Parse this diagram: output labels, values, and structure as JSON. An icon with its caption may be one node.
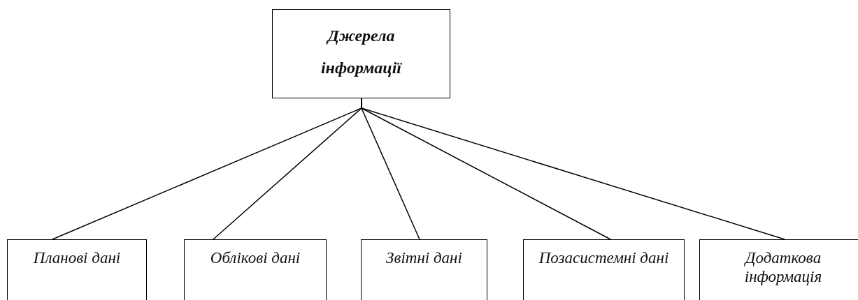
{
  "diagram": {
    "nodes": [
      {
        "text": [
          "Джерела інформації"
        ]
      },
      {
        "text": [
          "Планові дані"
        ]
      },
      {
        "text": [
          "Облікові дані"
        ]
      },
      {
        "text": [
          "Звітні дані"
        ]
      },
      {
        "text": [
          "Позасистемні дані"
        ]
      },
      {
        "text": [
          "Додаткова інформація"
        ]
      }
    ],
    "edges": [
      {
        "from": 0,
        "to": 1,
        "arrow": "none"
      },
      {
        "from": 0,
        "to": 2,
        "arrow": "none"
      },
      {
        "from": 0,
        "to": 3,
        "arrow": "none"
      },
      {
        "from": 0,
        "to": 4,
        "arrow": "none"
      },
      {
        "from": 0,
        "to": 5,
        "arrow": "none"
      }
    ]
  }
}
